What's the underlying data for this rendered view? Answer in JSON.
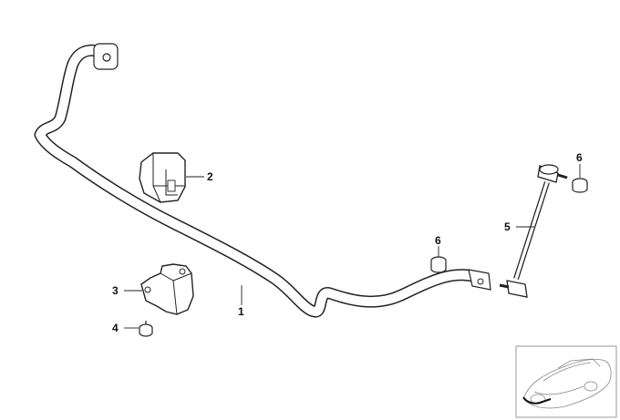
{
  "callouts": [
    {
      "id": "1",
      "text": "1"
    },
    {
      "id": "2",
      "text": "2"
    },
    {
      "id": "3",
      "text": "3"
    },
    {
      "id": "4",
      "text": "4"
    },
    {
      "id": "5",
      "text": "5"
    },
    {
      "id": "6a",
      "text": "6"
    },
    {
      "id": "6b",
      "text": "6"
    }
  ],
  "parts": [
    "stabilizer-bar",
    "rubber-mount",
    "bracket",
    "nut",
    "link-rod",
    "collar-nut"
  ]
}
